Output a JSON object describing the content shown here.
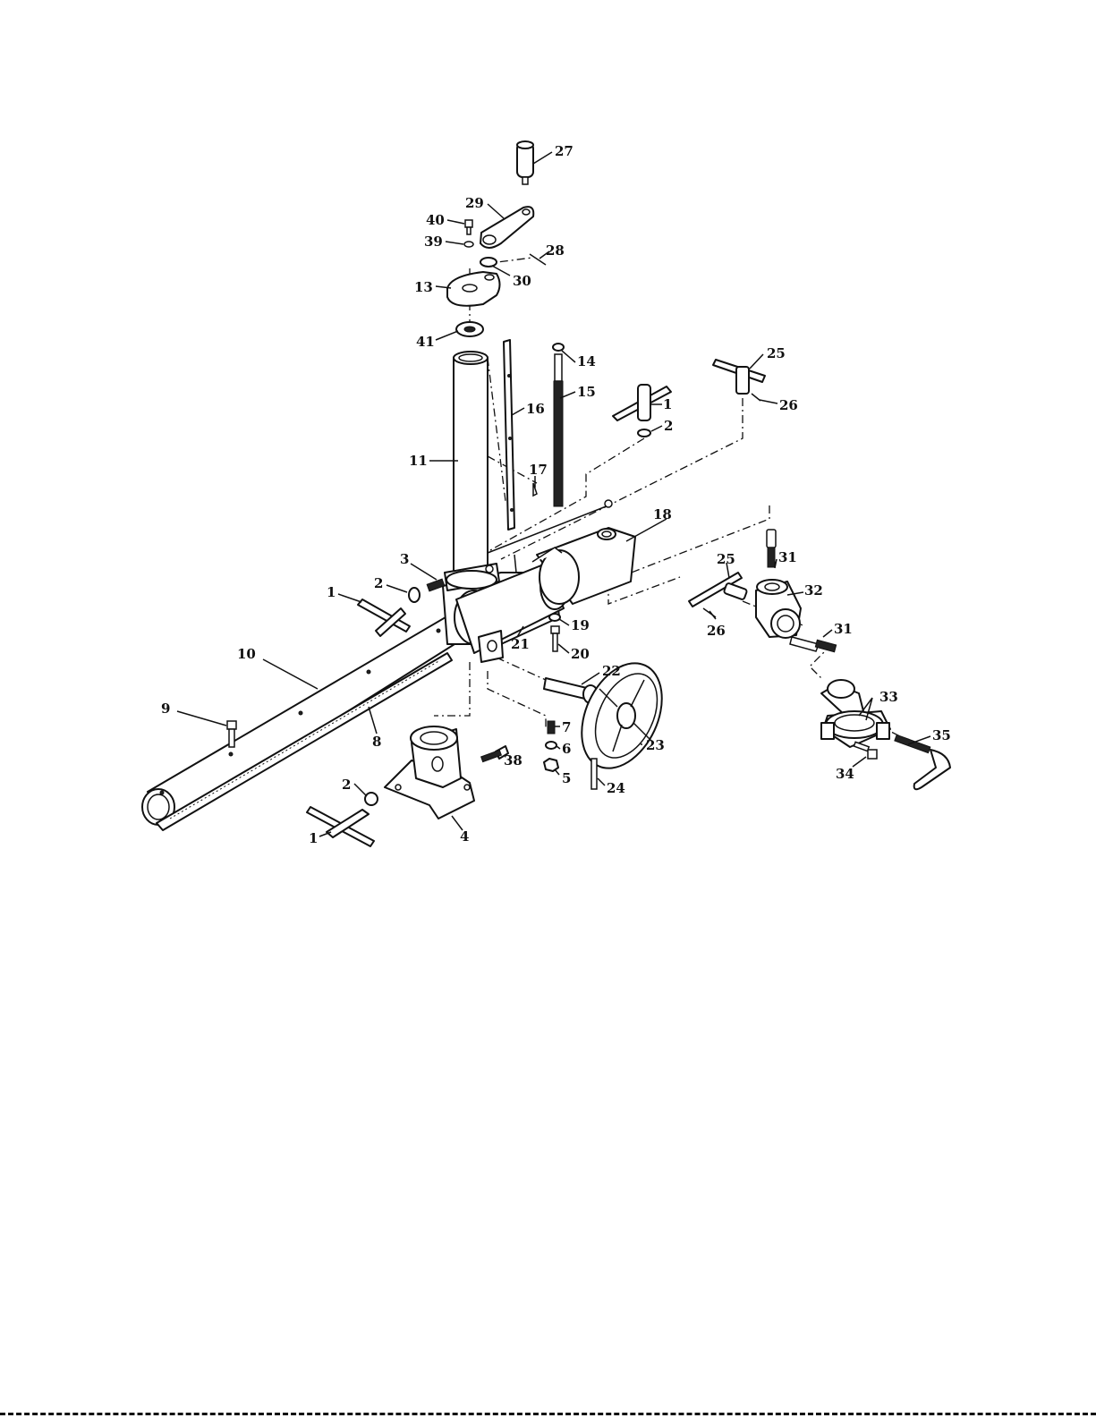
{
  "callouts": [
    {
      "id": "c27",
      "text": "27"
    },
    {
      "id": "c29",
      "text": "29"
    },
    {
      "id": "c40",
      "text": "40"
    },
    {
      "id": "c39",
      "text": "39"
    },
    {
      "id": "c28",
      "text": "28"
    },
    {
      "id": "c30",
      "text": "30"
    },
    {
      "id": "c13",
      "text": "13"
    },
    {
      "id": "c41",
      "text": "41"
    },
    {
      "id": "c14",
      "text": "14"
    },
    {
      "id": "c15",
      "text": "15"
    },
    {
      "id": "c16",
      "text": "16"
    },
    {
      "id": "c25a",
      "text": "25"
    },
    {
      "id": "c26a",
      "text": "26"
    },
    {
      "id": "c1a",
      "text": "1"
    },
    {
      "id": "c2a",
      "text": "2"
    },
    {
      "id": "c11",
      "text": "11"
    },
    {
      "id": "c17",
      "text": "17"
    },
    {
      "id": "c18",
      "text": "18"
    },
    {
      "id": "c3",
      "text": "3"
    },
    {
      "id": "c2b",
      "text": "2"
    },
    {
      "id": "c1b",
      "text": "1"
    },
    {
      "id": "c31a",
      "text": "31"
    },
    {
      "id": "c25b",
      "text": "25"
    },
    {
      "id": "c32",
      "text": "32"
    },
    {
      "id": "c26b",
      "text": "26"
    },
    {
      "id": "c31b",
      "text": "31"
    },
    {
      "id": "c19",
      "text": "19"
    },
    {
      "id": "c20",
      "text": "20"
    },
    {
      "id": "c21",
      "text": "21"
    },
    {
      "id": "c10",
      "text": "10"
    },
    {
      "id": "c22",
      "text": "22"
    },
    {
      "id": "c9",
      "text": "9"
    },
    {
      "id": "c8",
      "text": "8"
    },
    {
      "id": "c7",
      "text": "7"
    },
    {
      "id": "c6",
      "text": "6"
    },
    {
      "id": "c33",
      "text": "33"
    },
    {
      "id": "c35",
      "text": "35"
    },
    {
      "id": "c38",
      "text": "38"
    },
    {
      "id": "c23",
      "text": "23"
    },
    {
      "id": "c5",
      "text": "5"
    },
    {
      "id": "c24",
      "text": "24"
    },
    {
      "id": "c34",
      "text": "34"
    },
    {
      "id": "c2c",
      "text": "2"
    },
    {
      "id": "c4",
      "text": "4"
    },
    {
      "id": "c1c",
      "text": "1"
    }
  ]
}
